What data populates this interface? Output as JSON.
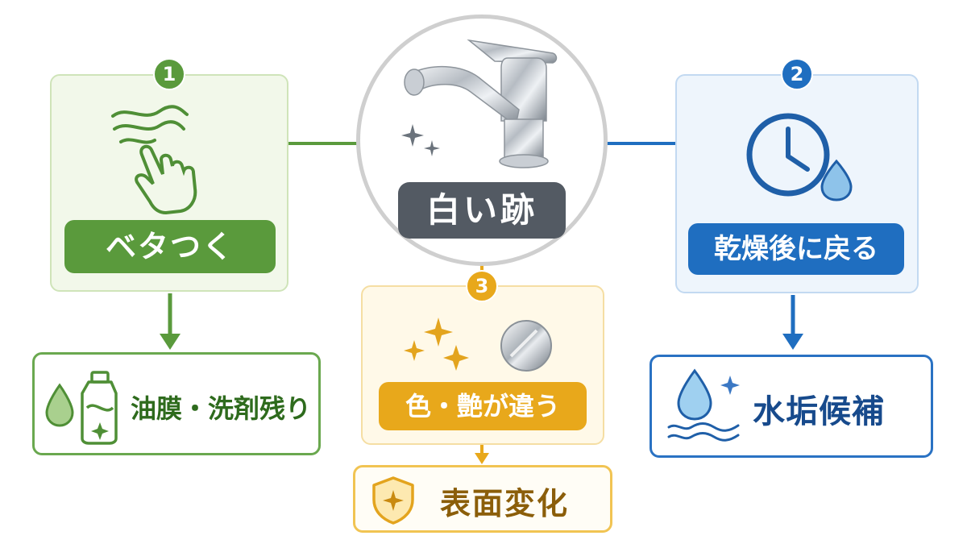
{
  "center": {
    "label": "白い跡"
  },
  "branches": [
    {
      "number": "1",
      "label": "ベタつく",
      "result": "油膜・洗剤残り",
      "color": "#5a9a3c"
    },
    {
      "number": "2",
      "label": "乾燥後に戻る",
      "result": "水垢候補",
      "color": "#1f6ec0"
    },
    {
      "number": "3",
      "label": "色・艶が違う",
      "result": "表面変化",
      "color": "#e8a81b"
    }
  ],
  "icons": [
    "faucet-icon",
    "sparkle-icon",
    "swipe-hand-icon",
    "clock-icon",
    "water-drop-icon",
    "detergent-bottle-icon",
    "water-waves-icon",
    "metal-disc-icon",
    "shield-icon"
  ]
}
